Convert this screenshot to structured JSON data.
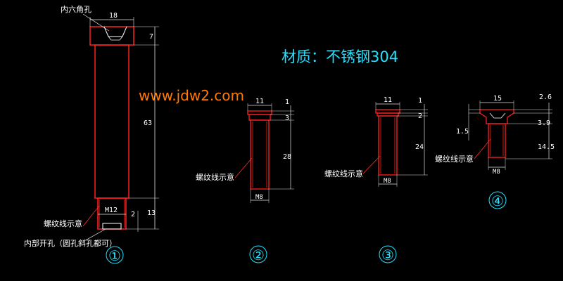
{
  "colors": {
    "background": "#000000",
    "part_outline": "#ff2020",
    "dimension": "#e0e0e0",
    "label_text": "#ffffff",
    "material_title": "#22e0ff",
    "watermark": "#ff7b00",
    "circle_number": "#22e0ff",
    "leader": "#ff3030"
  },
  "material_note": "材质：不锈钢304",
  "watermark": "www.jdw2.com",
  "parts": [
    {
      "number": "①",
      "labels": {
        "hex_hole": "内六角孔",
        "thread": "螺纹线示意",
        "inner_hole": "内部开孔（圆孔斜孔都可）"
      },
      "dims": {
        "head_width": "18",
        "head_height": "7",
        "body_length": "63",
        "thread_size": "M12",
        "small_gap": "2",
        "thread_length": "13"
      }
    },
    {
      "number": "②",
      "labels": {
        "thread": "螺纹线示意"
      },
      "dims": {
        "head_width": "11",
        "head_top": "1",
        "head_height": "3",
        "body_length": "28",
        "thread_size": "M8"
      }
    },
    {
      "number": "③",
      "labels": {
        "thread": "螺纹线示意"
      },
      "dims": {
        "head_width": "11",
        "head_top": "1",
        "head_height": "2",
        "body_length": "24",
        "thread_size": "M8"
      }
    },
    {
      "number": "④",
      "labels": {
        "thread": "螺纹线示意"
      },
      "dims": {
        "head_width": "15",
        "head_top": "2.6",
        "countersink": "1.5",
        "head_height": "3.9",
        "body_length": "14.5",
        "thread_size": "M8"
      }
    }
  ]
}
